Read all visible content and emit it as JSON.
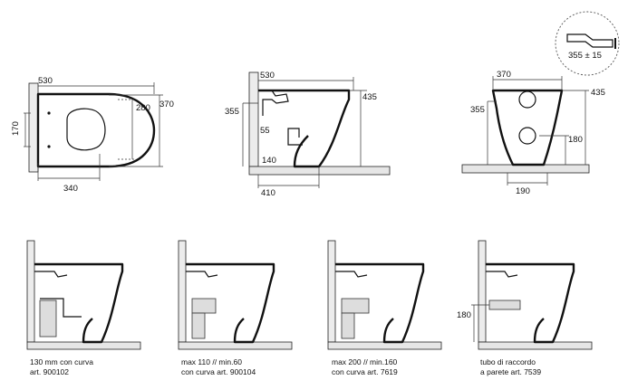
{
  "views": {
    "top": {
      "d530": "530",
      "d370": "370",
      "d280": "280",
      "d170": "170",
      "d340": "340"
    },
    "side": {
      "d530": "530",
      "d435": "435",
      "d355": "355",
      "d55": "55",
      "d140": "140",
      "d410": "410"
    },
    "front": {
      "d370": "370",
      "d435": "435",
      "d355": "355",
      "d180": "180",
      "d190": "190"
    },
    "detail": {
      "d355": "355 ± 15"
    }
  },
  "installs": [
    {
      "line1": "130 mm con curva",
      "line2": "art. 900102"
    },
    {
      "line1": "max 110 // min.60",
      "line2": "con curva art. 900104"
    },
    {
      "line1": "max 200 // min.160",
      "line2": "con curva art. 7619"
    },
    {
      "line1": "tubo di raccordo",
      "line2": "a parete art. 7539",
      "dim": "180"
    }
  ]
}
